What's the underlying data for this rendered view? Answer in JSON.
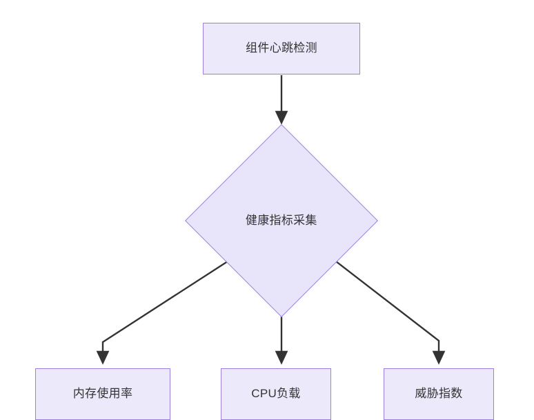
{
  "diagram": {
    "type": "flowchart",
    "direction": "top-down",
    "background_color": "#ffffff",
    "node_fill_color": "#ece9fb",
    "node_border_color": "#9a7fe0",
    "node_text_color": "#333333",
    "edge_color": "#333333",
    "nodes": [
      {
        "id": "start",
        "shape": "rectangle",
        "label": "组件心跳检测"
      },
      {
        "id": "decision",
        "shape": "diamond",
        "label": "健康指标采集"
      },
      {
        "id": "mem",
        "shape": "rectangle",
        "label": "内存使用率"
      },
      {
        "id": "cpu",
        "shape": "rectangle",
        "label": "CPU负载"
      },
      {
        "id": "threat",
        "shape": "rectangle",
        "label": "威胁指数"
      }
    ],
    "edges": [
      {
        "from": "start",
        "to": "decision",
        "label": "",
        "style": "straight-arrow"
      },
      {
        "from": "decision",
        "to": "mem",
        "label": "",
        "style": "elbow-arrow"
      },
      {
        "from": "decision",
        "to": "cpu",
        "label": "",
        "style": "straight-arrow"
      },
      {
        "from": "decision",
        "to": "threat",
        "label": "",
        "style": "elbow-arrow"
      }
    ]
  }
}
